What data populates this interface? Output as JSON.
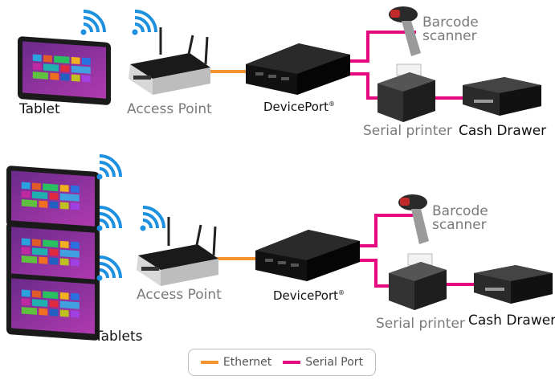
{
  "top": {
    "tablet": "Tablet",
    "access_point": "Access Point",
    "device_port": "DevicePort",
    "device_port_mark": "®",
    "barcode_line1": "Barcode",
    "barcode_line2": "scanner",
    "serial_printer": "Serial printer",
    "cash_drawer": "Cash Drawer"
  },
  "bottom": {
    "tablets": "Tablets",
    "access_point": "Access Point",
    "device_port": "DevicePort",
    "device_port_mark": "®",
    "barcode_line1": "Barcode",
    "barcode_line2": "scanner",
    "serial_printer": "Serial printer",
    "cash_drawer": "Cash Drawer"
  },
  "legend": {
    "ethernet": "Ethernet",
    "serial_port": "Serial Port"
  },
  "colors": {
    "ethernet": "#f3942f",
    "serial": "#e4097d",
    "wifi": "#1e90e0"
  }
}
